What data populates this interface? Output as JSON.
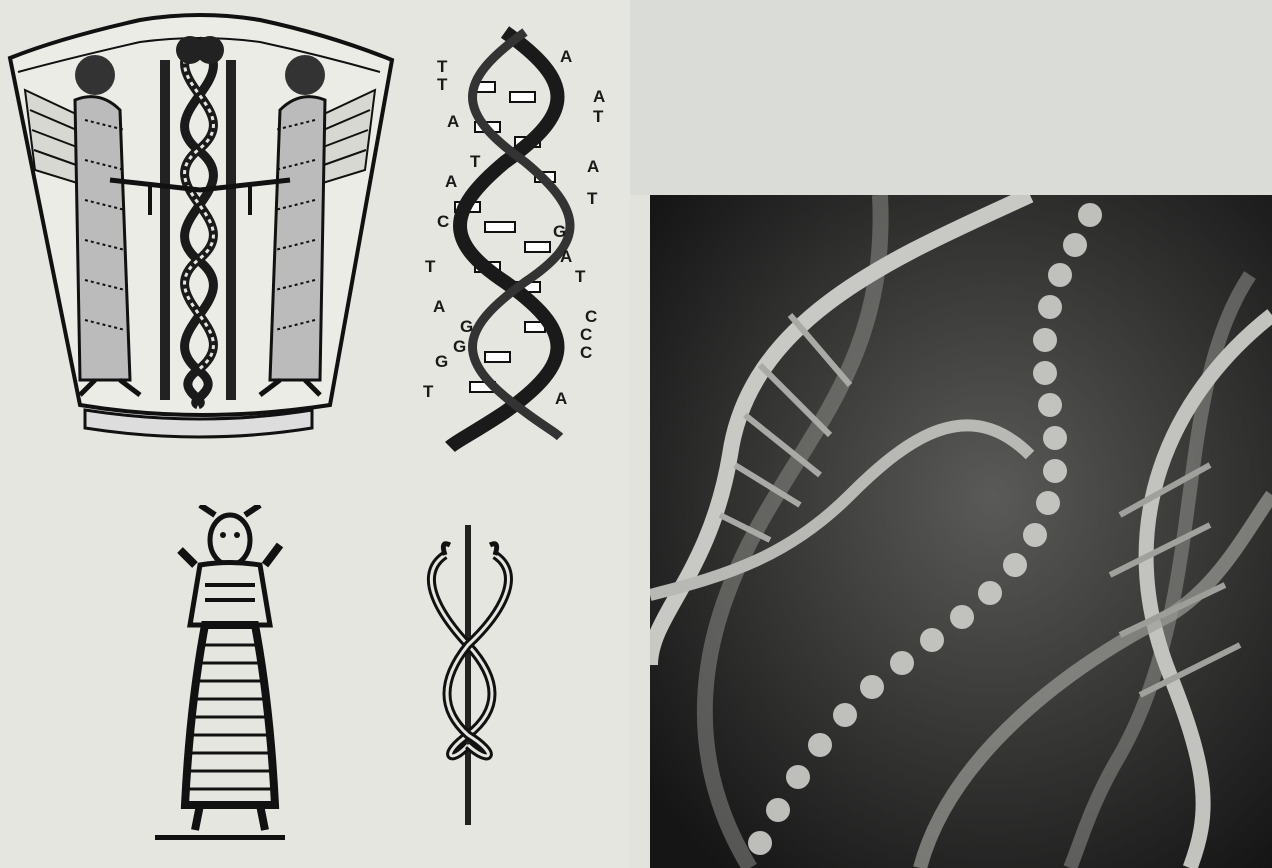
{
  "dna_diagram": {
    "left_bases": [
      {
        "text": "T"
      },
      {
        "text": "T"
      },
      {
        "text": "A"
      },
      {
        "text": "T"
      },
      {
        "text": "A"
      },
      {
        "text": "C"
      },
      {
        "text": "T"
      },
      {
        "text": "A"
      },
      {
        "text": "G"
      },
      {
        "text": "G"
      },
      {
        "text": "G"
      },
      {
        "text": "T"
      }
    ],
    "right_bases": [
      {
        "text": "A"
      },
      {
        "text": "A"
      },
      {
        "text": "T"
      },
      {
        "text": "A"
      },
      {
        "text": "T"
      },
      {
        "text": "G"
      },
      {
        "text": "A"
      },
      {
        "text": "T"
      },
      {
        "text": "C"
      },
      {
        "text": "C"
      },
      {
        "text": "C"
      },
      {
        "text": "A"
      }
    ]
  },
  "colors": {
    "paper": "#e6e6e0",
    "ink": "#1a1a1a",
    "photo_background": "#2a2a2a",
    "photo_strand": "#c8c8c4"
  },
  "icons": [
    "sumerian-vase-icon",
    "dna-double-helix-icon",
    "serpent-goddess-figure-icon",
    "entwined-serpents-staff-icon",
    "dna-strands-photo"
  ]
}
